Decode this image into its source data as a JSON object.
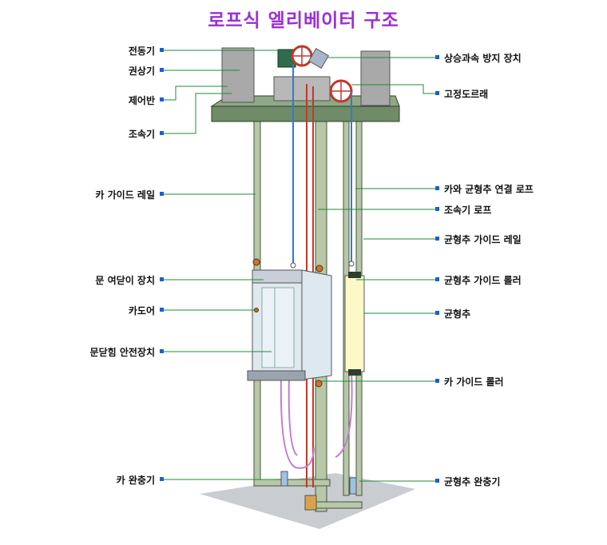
{
  "title": "로프식 엘리베이터 구조",
  "colors": {
    "title": "#9c2fd6",
    "leader": "#1b8c3a",
    "marker": "#1a5fd0",
    "machineRoom": "#6f8b68",
    "pit": "#c9ccd0"
  },
  "left_labels": [
    "전동기",
    "권상기",
    "제어반",
    "조속기",
    "카 가이드 레일",
    "문 여닫이 장치",
    "카도어",
    "문닫힘 안전장치",
    "카 완충기"
  ],
  "right_labels": [
    "상승과속 방지 장치",
    "고정도르래",
    "카와 균형추 연결 로프",
    "조속기 로프",
    "균형추 가이드 레일",
    "균형추 가이드 롤러",
    "균형추",
    "카 가이드 롤러",
    "균형추 완충기"
  ]
}
